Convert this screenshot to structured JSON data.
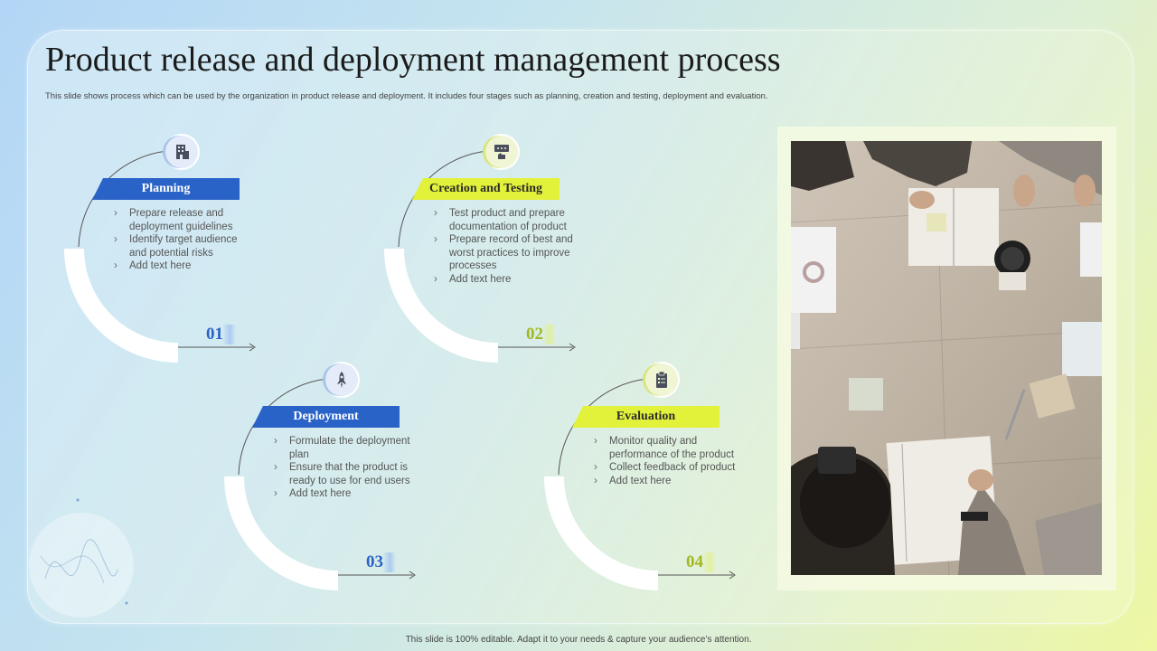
{
  "title": "Product release and deployment management process",
  "subtitle": "This slide shows process which can be used by the organization in product release and deployment. It includes four stages such as planning, creation and testing, deployment and evaluation.",
  "footer": "This slide is 100% editable. Adapt it to your needs & capture your audience’s attention.",
  "stages": [
    {
      "label": "Planning",
      "number": "01",
      "icon": "building-icon",
      "bullets": [
        "Prepare release and deployment guidelines",
        "Identify target audience and potential risks",
        "Add text here"
      ]
    },
    {
      "label": "Creation and Testing",
      "number": "02",
      "icon": "thumbs-up-chat-icon",
      "bullets": [
        "Test product and prepare documentation of product",
        "Prepare record of best and worst practices to improve processes",
        "Add text here"
      ]
    },
    {
      "label": "Deployment",
      "number": "03",
      "icon": "rocket-icon",
      "bullets": [
        "Formulate the deployment plan",
        "Ensure that the product is ready to use for end users",
        "Add text here"
      ]
    },
    {
      "label": "Evaluation",
      "number": "04",
      "icon": "checklist-icon",
      "bullets": [
        "Monitor quality and performance of the product",
        "Collect feedback of product",
        "Add text here"
      ]
    }
  ],
  "colors": {
    "blue": "#2a63c8",
    "lime": "#e2f23a",
    "lime_text": "#a2b81f"
  },
  "photo_description_icon": "meeting-photo"
}
